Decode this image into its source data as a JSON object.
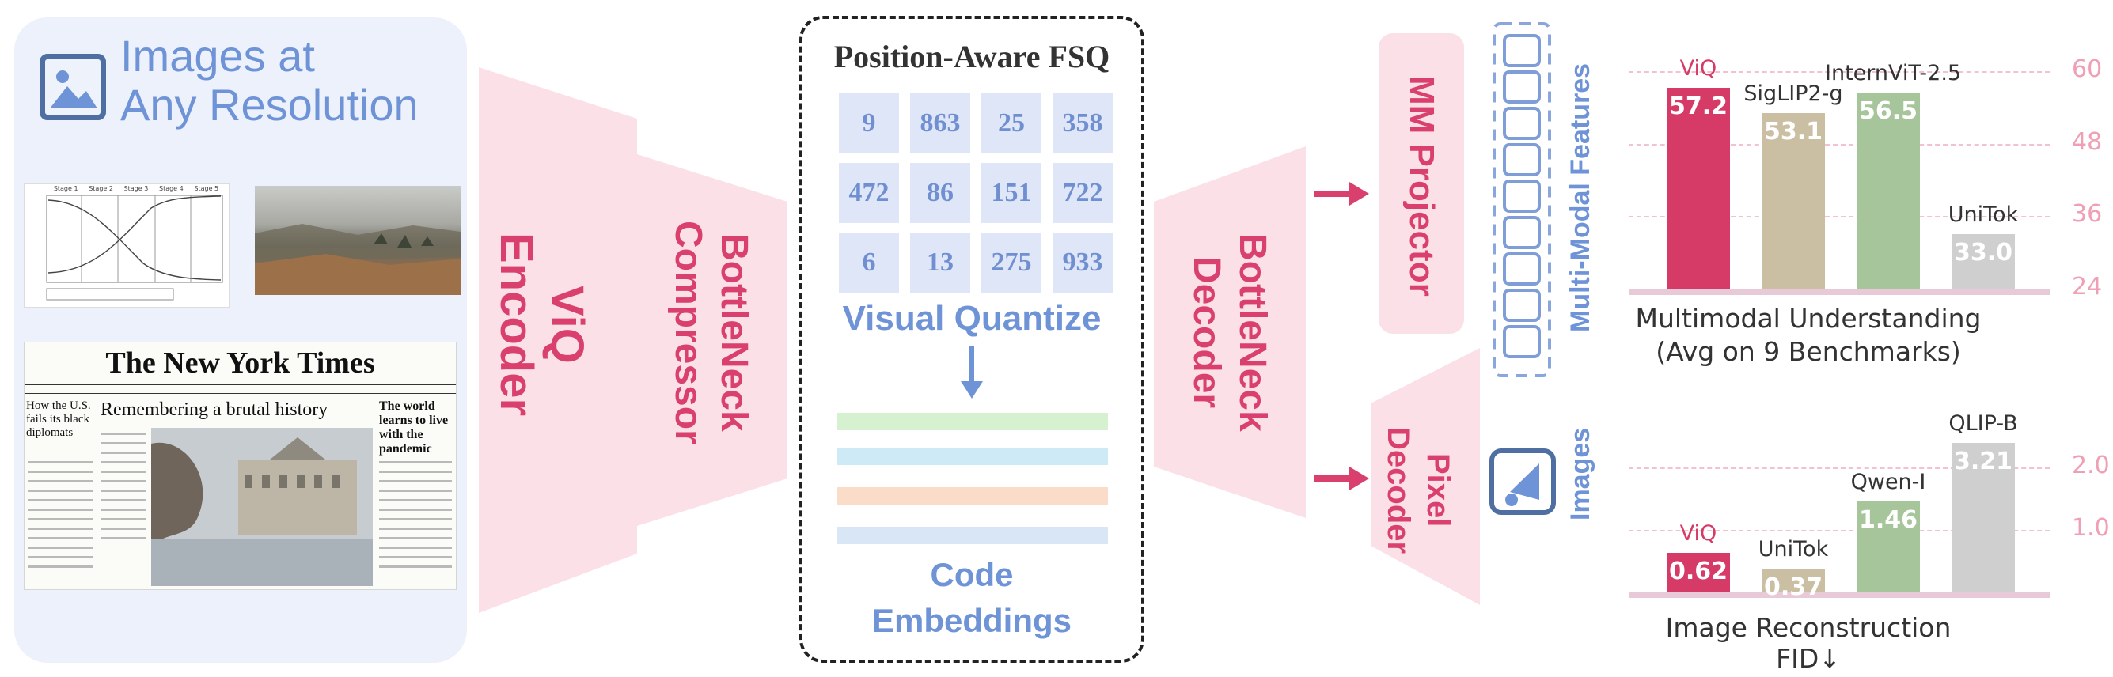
{
  "input": {
    "title_line1": "Images at",
    "title_line2": "Any Resolution",
    "newspaper_masthead": "The New York Times",
    "headline_left": "How the U.S. fails its black diplomats",
    "headline_center": "Remembering a brutal history",
    "headline_right": "The world learns to live with the pandemic",
    "chart_stages": [
      "Stage 1",
      "Stage 2",
      "Stage 3",
      "Stage 4",
      "Stage 5"
    ]
  },
  "modules": {
    "encoder_line1": "ViQ",
    "encoder_line2": "Encoder",
    "compressor_line1": "BottleNeck",
    "compressor_line2": "Compressor",
    "decoder_line1": "BottleNeck",
    "decoder_line2": "Decoder",
    "mm_projector": "MM Projector",
    "pixel_decoder_line1": "Pixel",
    "pixel_decoder_line2": "Decoder",
    "multimodal_features": "Multi-Modal Features",
    "images": "Images"
  },
  "fsq": {
    "title": "Position-Aware FSQ",
    "codes": [
      [
        "9",
        "863",
        "25",
        "358"
      ],
      [
        "472",
        "86",
        "151",
        "722"
      ],
      [
        "6",
        "13",
        "275",
        "933"
      ]
    ],
    "quantize_label": "Visual Quantize",
    "embeddings_line1": "Code",
    "embeddings_line2": "Embeddings",
    "embedding_colors": [
      "#d6f1d0",
      "#cdeaf6",
      "#fbdcc9",
      "#d8e6f5"
    ]
  },
  "colors": {
    "accent_pink": "#d9406e",
    "accent_blue": "#6e93d6"
  },
  "chart_data": [
    {
      "type": "bar",
      "title_line1": "Multimodal Understanding",
      "title_line2": "(Avg on 9 Benchmarks)",
      "categories": [
        "ViQ",
        "SigLIP2-g",
        "InternViT-2.5",
        "UniTok"
      ],
      "values": [
        57.2,
        53.1,
        56.5,
        33.0
      ],
      "value_labels": [
        "57.2",
        "53.1",
        "56.5",
        "33.0"
      ],
      "colors": [
        "#d63a67",
        "#cbbfa3",
        "#a6c59a",
        "#cfcfcf"
      ],
      "yticks": [
        "24",
        "36",
        "48",
        "60"
      ],
      "ylim": [
        24,
        60
      ]
    },
    {
      "type": "bar",
      "title": "Image Reconstruction FID↓",
      "categories": [
        "ViQ",
        "UniTok",
        "Qwen-I",
        "QLIP-B"
      ],
      "values": [
        0.62,
        0.37,
        1.46,
        3.21
      ],
      "value_labels": [
        "0.62",
        "0.37",
        "1.46",
        "3.21"
      ],
      "colors": [
        "#d63a67",
        "#cbbfa3",
        "#a6c59a",
        "#cfcfcf"
      ],
      "yticks": [
        "1.0",
        "2.0"
      ],
      "ylim": [
        0,
        2.4
      ]
    }
  ]
}
